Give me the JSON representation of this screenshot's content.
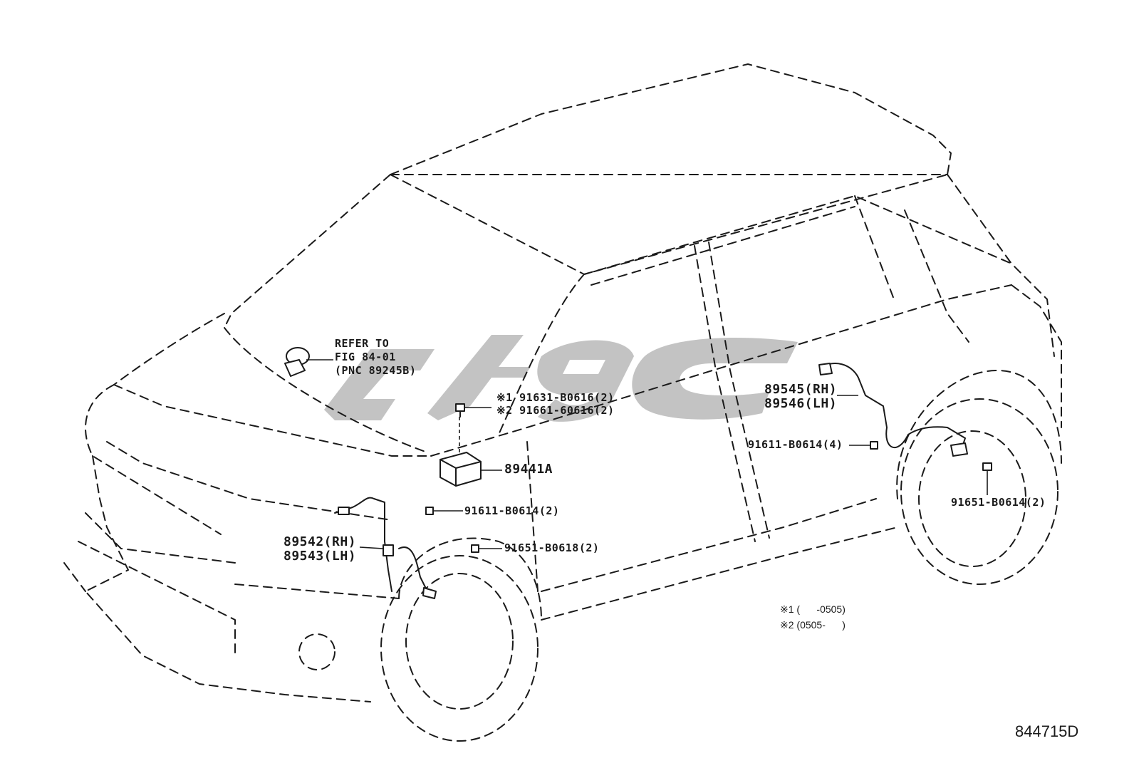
{
  "refer": {
    "line1": "REFER TO",
    "line2": "FIG 84-01",
    "line3": "(PNC 89245B)"
  },
  "parts": {
    "bolt_note1": "※1 91631-B0616(2)",
    "bolt_note2": "※2 91661-60616(2)",
    "sensor_module": "89441A",
    "front_bolt": "91611-B0614(2)",
    "front_sensor_rh": "89542(RH)",
    "front_sensor_lh": "89543(LH)",
    "front_bolt2": "91651-B0618(2)",
    "rear_sensor_rh": "89545(RH)",
    "rear_sensor_lh": "89546(LH)",
    "rear_bolt": "91611-B0614(4)",
    "rear_bolt2": "91651-B0614(2)"
  },
  "notes": {
    "note1": "※1 (      -0505)",
    "note2": "※2 (0505-      )"
  },
  "diagram_code": "844715D",
  "colors": {
    "line": "#1a1a1a",
    "watermark": "#bdbdbd",
    "background": "#ffffff"
  }
}
